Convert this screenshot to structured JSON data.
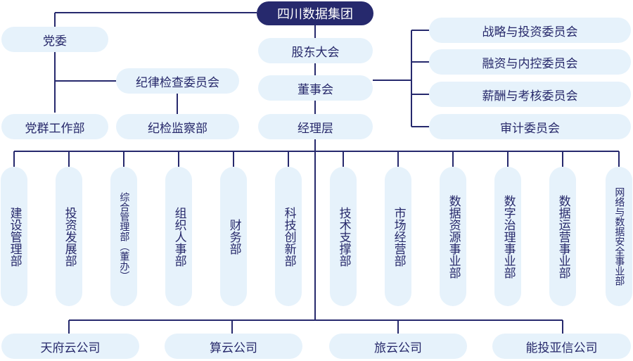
{
  "top": "四川数据集团",
  "party": {
    "committee": "党委",
    "discipline_committee": "纪律检查委员会",
    "party_work_dept": "党群工作部",
    "supervision_dept": "纪检监察部"
  },
  "governance": {
    "shareholders": "股东大会",
    "board": "董事会",
    "management": "经理层"
  },
  "board_committees": [
    "战略与投资委员会",
    "融资与内控委员会",
    "薪酬与考核委员会",
    "审计委员会"
  ],
  "departments": [
    "建设管理部",
    "投资发展部",
    "综合管理部（董办）",
    "组织人事部",
    "财务部",
    "科技创新部",
    "技术支撑部",
    "市场经营部",
    "数据资源事业部",
    "数字治理事业部",
    "数据运营事业部",
    "网络与数据安全事业部"
  ],
  "companies": [
    "天府云公司",
    "算云公司",
    "旅云公司",
    "能投亚信公司"
  ],
  "colors": {
    "primary": "#26296d",
    "box": "#e6f2fb"
  }
}
